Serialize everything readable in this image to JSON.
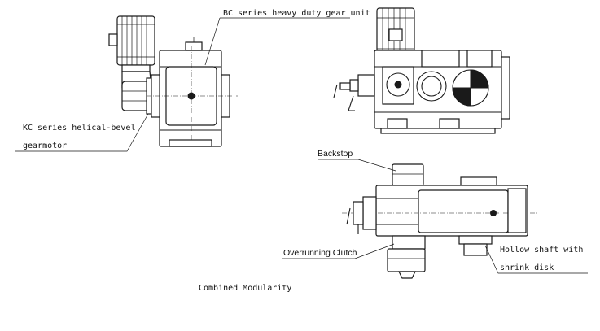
{
  "labels": {
    "bc_series": "BC series heavy duty gear unit",
    "kc_series_line1": "KC series helical-bevel",
    "kc_series_line2": "gearmotor",
    "backstop": "Backstop",
    "overrunning_clutch": "Overrunning Clutch",
    "hollow_shaft_line1": "Hollow shaft with",
    "hollow_shaft_line2": "shrink disk",
    "caption": "Combined Modularity"
  },
  "colors": {
    "line": "#1a1a1a",
    "background": "#ffffff"
  }
}
